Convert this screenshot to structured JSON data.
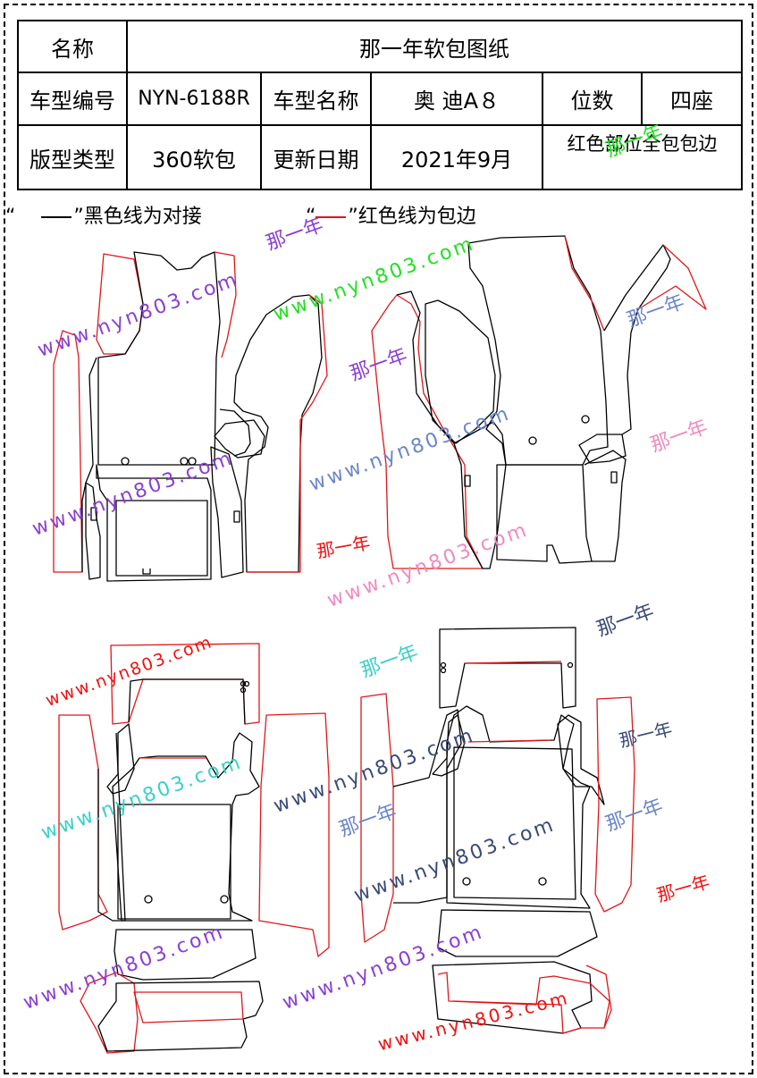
{
  "header": {
    "name_label": "名称",
    "name_value": "那一年软包图纸",
    "model_no_label": "车型编号",
    "model_no_value": "NYN-6188R",
    "model_name_label": "车型名称",
    "model_name_value": "奥 迪A８",
    "seats_label": "位数",
    "seats_value": "四座",
    "type_label": "版型类型",
    "type_value": "360软包",
    "date_label": "更新日期",
    "date_value": "2021年9月",
    "note": "红色部位全包包边"
  },
  "legend": {
    "black_quote_open": "“",
    "black_text": "”黑色线为对接",
    "red_quote_open": "“",
    "red_text": "”红色线为包边"
  },
  "colors": {
    "outline_black": "#000000",
    "outline_red": "#e0161a",
    "wm_purple": "#8a3fd1",
    "wm_green": "#22e022",
    "wm_blue": "#6a86c9",
    "wm_pink": "#f08ac0",
    "wm_red": "#f01010",
    "wm_teal": "#39d0c8",
    "wm_navy": "#3a4a78"
  },
  "watermarks": [
    {
      "text": "www.nyn803.com",
      "color": "#8a3fd1",
      "icon": "url-watermark"
    },
    {
      "text": "那一年",
      "color": "#6a86c9",
      "icon": "brand-watermark"
    }
  ]
}
